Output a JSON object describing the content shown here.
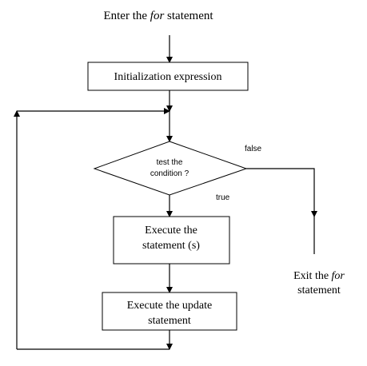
{
  "entry": {
    "prefix": "Enter the ",
    "keyword": "for",
    "suffix": " statement"
  },
  "init_box": {
    "label": "Initialization expression"
  },
  "decision": {
    "line1": "test the",
    "line2": "condition ?"
  },
  "false_label": "false",
  "true_label": "true",
  "execute_box": {
    "line1": "Execute the",
    "line2": "statement (s)"
  },
  "update_box": {
    "line1": "Execute the update",
    "line2": "statement"
  },
  "exit": {
    "line1_prefix": "Exit the ",
    "line1_keyword": "for",
    "line2": "statement"
  },
  "colors": {
    "stroke": "#000000",
    "background": "#ffffff"
  }
}
